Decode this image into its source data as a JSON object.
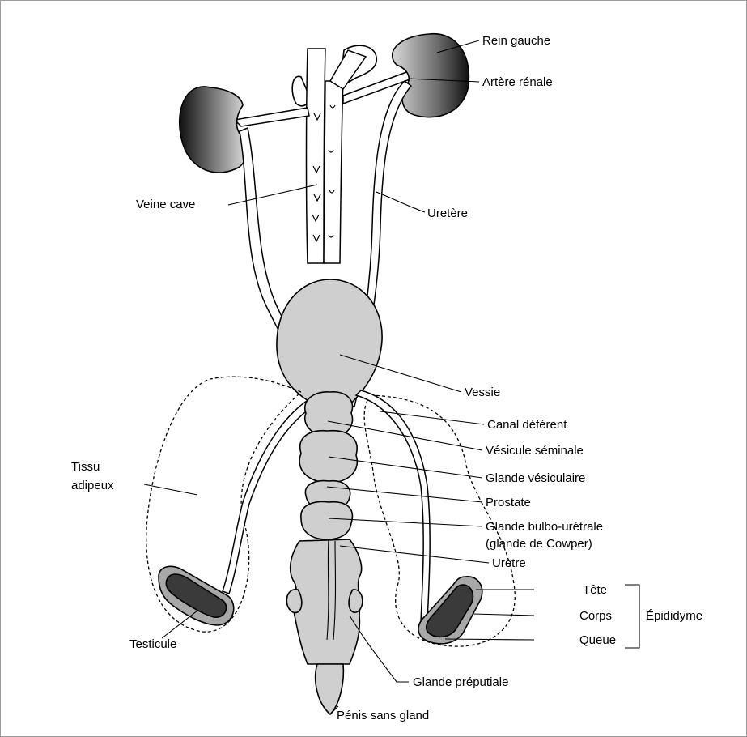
{
  "labels": {
    "rein_gauche": "Rein gauche",
    "artere_renale": "Artère rénale",
    "veine_cave": "Veine cave",
    "uretere": "Uretère",
    "vessie": "Vessie",
    "canal_deferent": "Canal déférent",
    "vesicule_seminale": "Vésicule séminale",
    "glande_vesiculaire": "Glande vésiculaire",
    "prostate": "Prostate",
    "glande_bulbo_1": "Glande bulbo-urétrale",
    "glande_bulbo_2": "(glande de Cowper)",
    "uretre": "Urètre",
    "tete": "Tête",
    "corps": "Corps",
    "queue": "Queue",
    "epididyme": "Épididyme",
    "tissu_1": "Tissu",
    "tissu_2": "adipeux",
    "testicule": "Testicule",
    "glande_preputiale": "Glande préputiale",
    "penis": "Pénis sans gland"
  },
  "colors": {
    "kidney_dark": "#1e1e1e",
    "kidney_light": "#d6d6d6",
    "organ_fill": "#cfcfcf",
    "testis_dark": "#3a3a3a",
    "outline": "#000000"
  }
}
